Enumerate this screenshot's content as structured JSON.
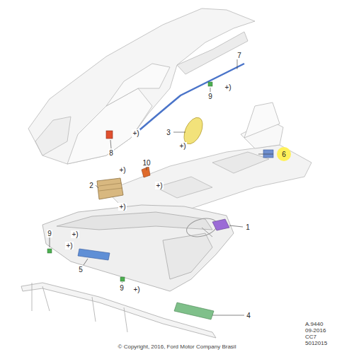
{
  "diagram": {
    "caption": "© Copyright, 2016, Ford Motor Company Brasil",
    "labels": [
      "7",
      "+)",
      "9",
      "3",
      "+)",
      "+)",
      "8",
      "6",
      "10",
      "+)",
      "+)",
      "2",
      "+)",
      "1",
      "9",
      "+)",
      "+)",
      "5",
      "9",
      "+)",
      "4",
      "A.9440",
      "09-2016",
      "CC7",
      "5012015"
    ]
  }
}
